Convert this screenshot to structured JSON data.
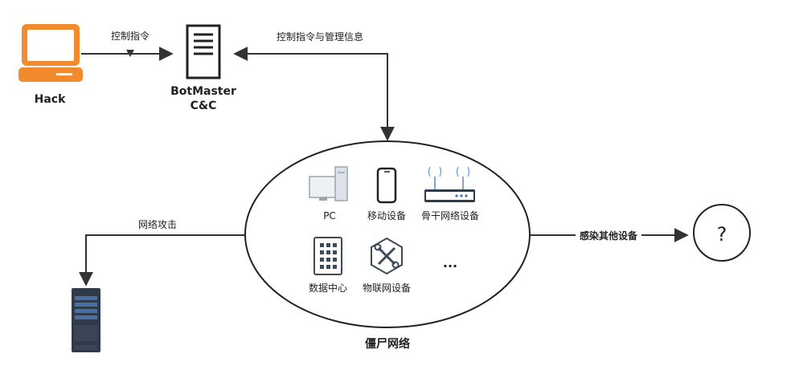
{
  "nodes": {
    "hack": "Hack",
    "botmaster_line1": "BotMaster",
    "botmaster_line2": "C&C",
    "botnet": "僵尸网络",
    "unknown": "?"
  },
  "edges": {
    "control_cmd": "控制指令",
    "control_and_mgmt": "控制指令与管理信息",
    "network_attack": "网络攻击",
    "infect_others": "感染其他设备"
  },
  "devices": {
    "pc": "PC",
    "mobile": "移动设备",
    "backbone": "骨干网络设备",
    "datacenter": "数据中心",
    "iot": "物联网设备",
    "more": "..."
  },
  "colors": {
    "accent": "#f28a2e",
    "line": "#333333",
    "icon": "#3d4a5a"
  }
}
